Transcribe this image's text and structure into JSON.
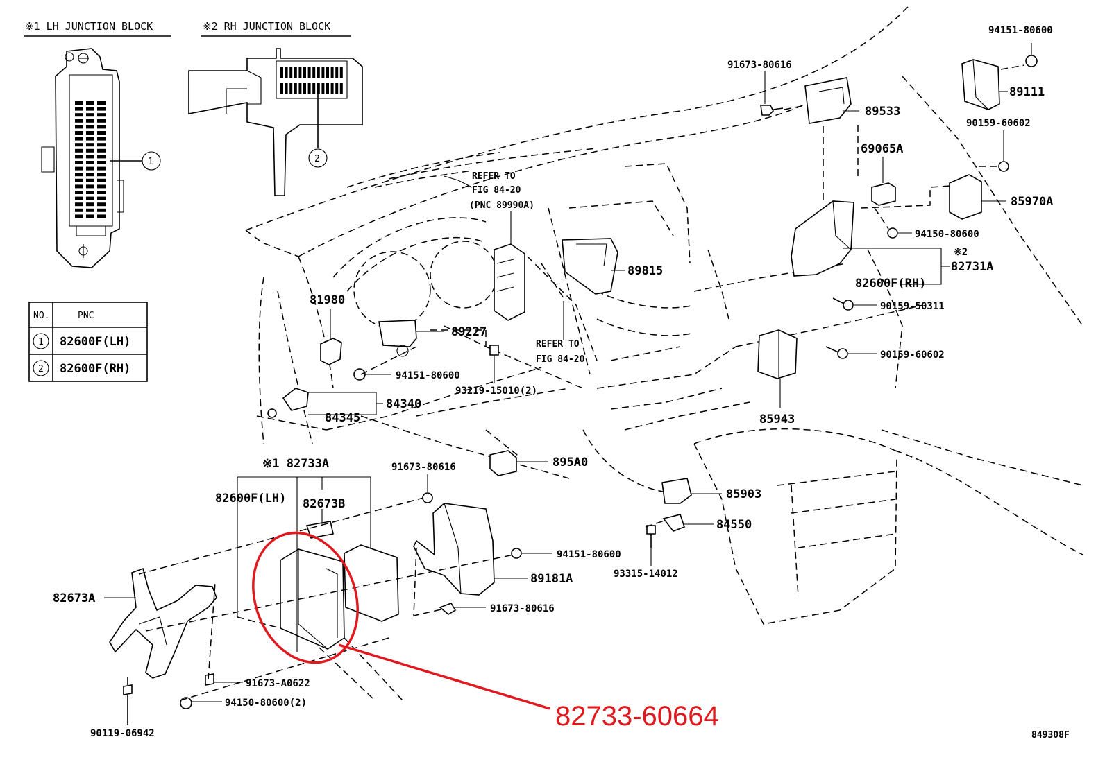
{
  "headers": {
    "lh_junction_block": "※1 LH JUNCTION BLOCK",
    "rh_junction_block": "※2 RH JUNCTION BLOCK"
  },
  "pnc_table": {
    "col_no": "NO.",
    "col_pnc": "PNC",
    "rows": [
      {
        "no": "1",
        "pnc": "82600F(LH)"
      },
      {
        "no": "2",
        "pnc": "82600F(RH)"
      }
    ]
  },
  "callouts": {
    "c1": "1",
    "c2": "2"
  },
  "parts": {
    "p94151_80600_top": "94151-80600",
    "p89111": "89111",
    "p91673_80616_top": "91673-80616",
    "p89533": "89533",
    "p90159_60602_top": "90159-60602",
    "p69065A": "69065A",
    "p85970A": "85970A",
    "p94150_80600_r": "94150-80600",
    "mark_2": "※2",
    "p82731A": "82731A",
    "p82600F_RH": "82600F(RH)",
    "p90159_50311": "90159-50311",
    "p90159_60602_mid": "90159-60602",
    "p85943": "85943",
    "refer1_a": "REFER TO",
    "refer1_b": "FIG 84-20",
    "refer1_c": "(PNC 89990A)",
    "p89815": "89815",
    "p81980": "81980",
    "p89227": "89227",
    "refer2_a": "REFER TO",
    "refer2_b": "FIG 84-20",
    "p94151_80600_mid": "94151-80600",
    "p93219_15010": "93219-15010(2)",
    "p84340": "84340",
    "p84345": "84345",
    "p82733A": "※1 82733A",
    "p91673_80616_mid": "91673-80616",
    "p895A0": "895A0",
    "p82600F_LH": "82600F(LH)",
    "p82673B": "82673B",
    "p85903": "85903",
    "p84550": "84550",
    "p94151_80600_low": "94151-80600",
    "p93315_14012": "93315-14012",
    "p89181A": "89181A",
    "p82673A": "82673A",
    "p91673_80616_low": "91673-80616",
    "p91673_A0622": "91673-A0622",
    "p94150_80600_2": "94150-80600(2)",
    "p90119_06942": "90119-06942"
  },
  "highlight": {
    "part_number": "82733-60664",
    "color": "#e0191e"
  },
  "figure_id": "849308F"
}
